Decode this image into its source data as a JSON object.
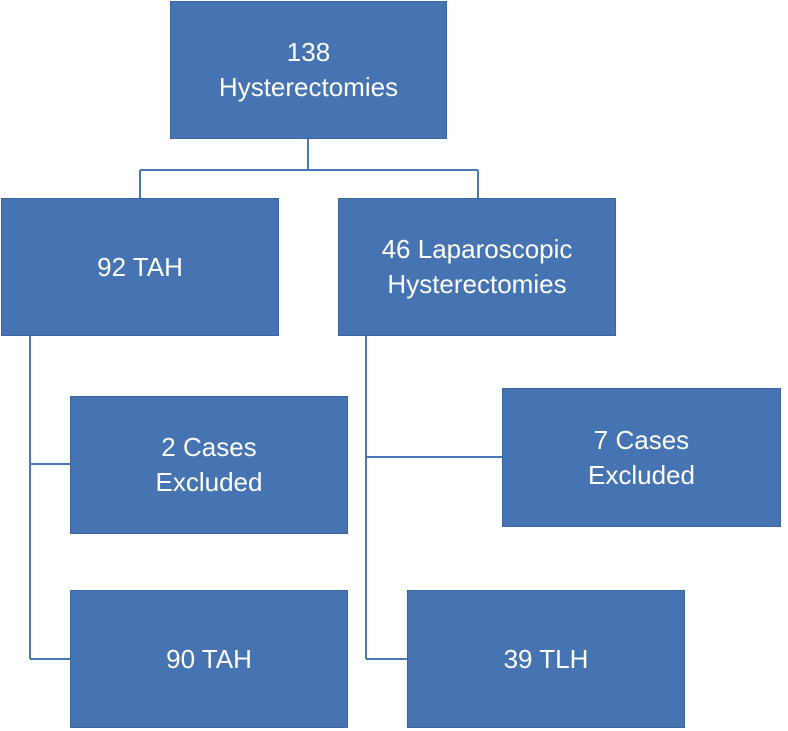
{
  "flowchart": {
    "root": {
      "number": "138",
      "label": "Hysterectomies"
    },
    "tah": {
      "label": "92 TAH"
    },
    "laparoscopic": {
      "line1": "46 Laparoscopic",
      "line2": "Hysterectomies"
    },
    "tah_excluded": {
      "line1": "2 Cases",
      "line2": "Excluded"
    },
    "lap_excluded": {
      "line1": "7 Cases",
      "line2": "Excluded"
    },
    "tah_final": {
      "label": "90 TAH"
    },
    "tlh_final": {
      "label": "39 TLH"
    }
  },
  "colors": {
    "box_fill": "#4674b3",
    "connector": "#4a77b8",
    "text": "#ffffff"
  }
}
